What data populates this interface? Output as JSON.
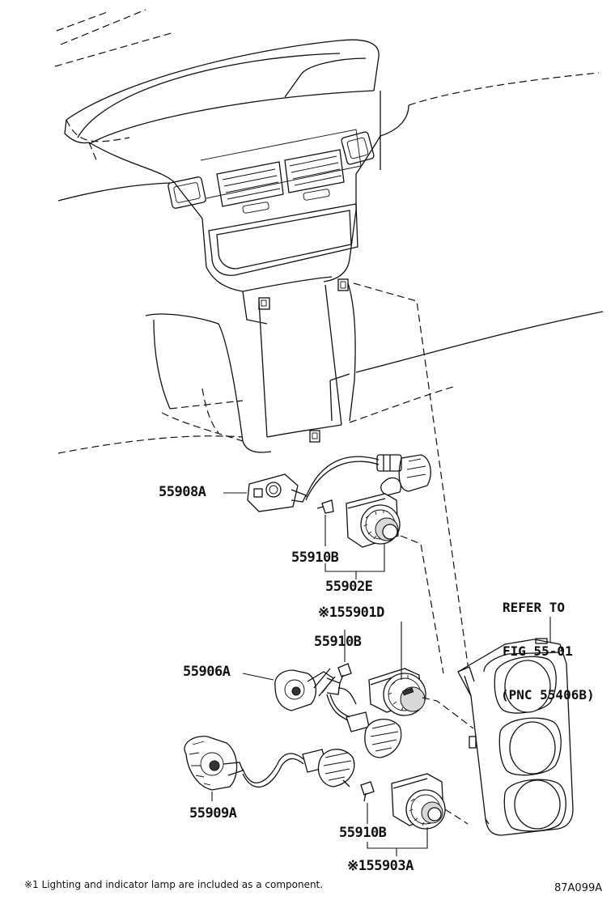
{
  "parts": {
    "p55908A": "55908A",
    "p55910B_top": "55910B",
    "p55902E": "55902E",
    "p55901D": "※155901D",
    "p55910B_mid": "55910B",
    "p55906A": "55906A",
    "p55909A": "55909A",
    "p55910B_bottom": "55910B",
    "p55903A": "※155903A"
  },
  "reference": {
    "line1": "REFER TO",
    "line2": "FIG 55-01",
    "line3": "(PNC 55406B)"
  },
  "footnote": "※1 Lighting and indicator lamp are included as a component.",
  "figure_id": "87A099A"
}
